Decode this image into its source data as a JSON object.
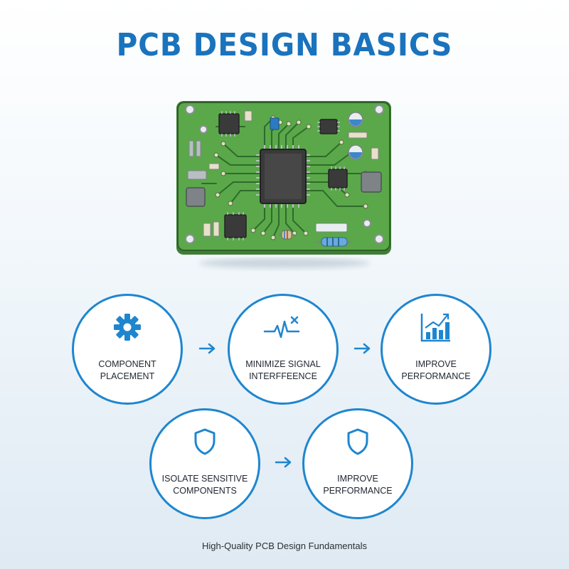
{
  "title": "PCB DESIGN BASICS",
  "steps": [
    {
      "label": "COMPONENT\nPLACEMENT",
      "icon": "gear-icon"
    },
    {
      "label": "MINIMIZE SIGNAL\nINTERFFEENCE",
      "icon": "signal-noise-icon"
    },
    {
      "label": "IMPROVE\nPERFORMANCE",
      "icon": "bar-chart-icon"
    },
    {
      "label": "ISOLATE SENSITIVE\nCOMPONENTS",
      "icon": "shield-icon"
    },
    {
      "label": "IMPROVE\nPERFORMANCE",
      "icon": "shield-icon"
    }
  ],
  "footer": "High-Quality PCB Design Fundamentals",
  "colors": {
    "accent": "#1e86cf",
    "title": "#1a73bd",
    "board": "#5aa84a",
    "board_edge": "#3f7f35",
    "chip": "#3a3a3a"
  }
}
